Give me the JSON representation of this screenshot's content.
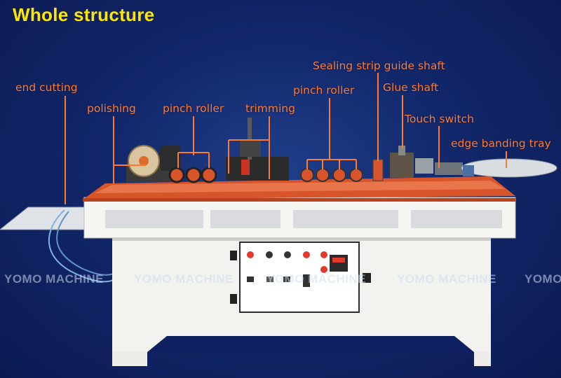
{
  "title": "Whole structure",
  "labels": {
    "end_cutting": "end cutting",
    "polishing": "polishing",
    "pinch_roller_1": "pinch roller",
    "trimming": "trimming",
    "pinch_roller_2": "pinch roller",
    "sealing_strip_guide_shaft": "Sealing strip guide shaft",
    "glue_shaft": "Glue shaft",
    "touch_switch": "Touch switch",
    "edge_banding_tray": "edge banding tray"
  },
  "watermarks": [
    "YOMO MACHINE",
    "YOMO MACHINE",
    "YOMO MACHINE",
    "YOMO MACHINE",
    "YOMO"
  ],
  "colors": {
    "background": "#12276a",
    "title": "#ffe600",
    "label": "#ff7a2a",
    "machine_body": "#f2f2ef",
    "rail": "#d8542a"
  }
}
